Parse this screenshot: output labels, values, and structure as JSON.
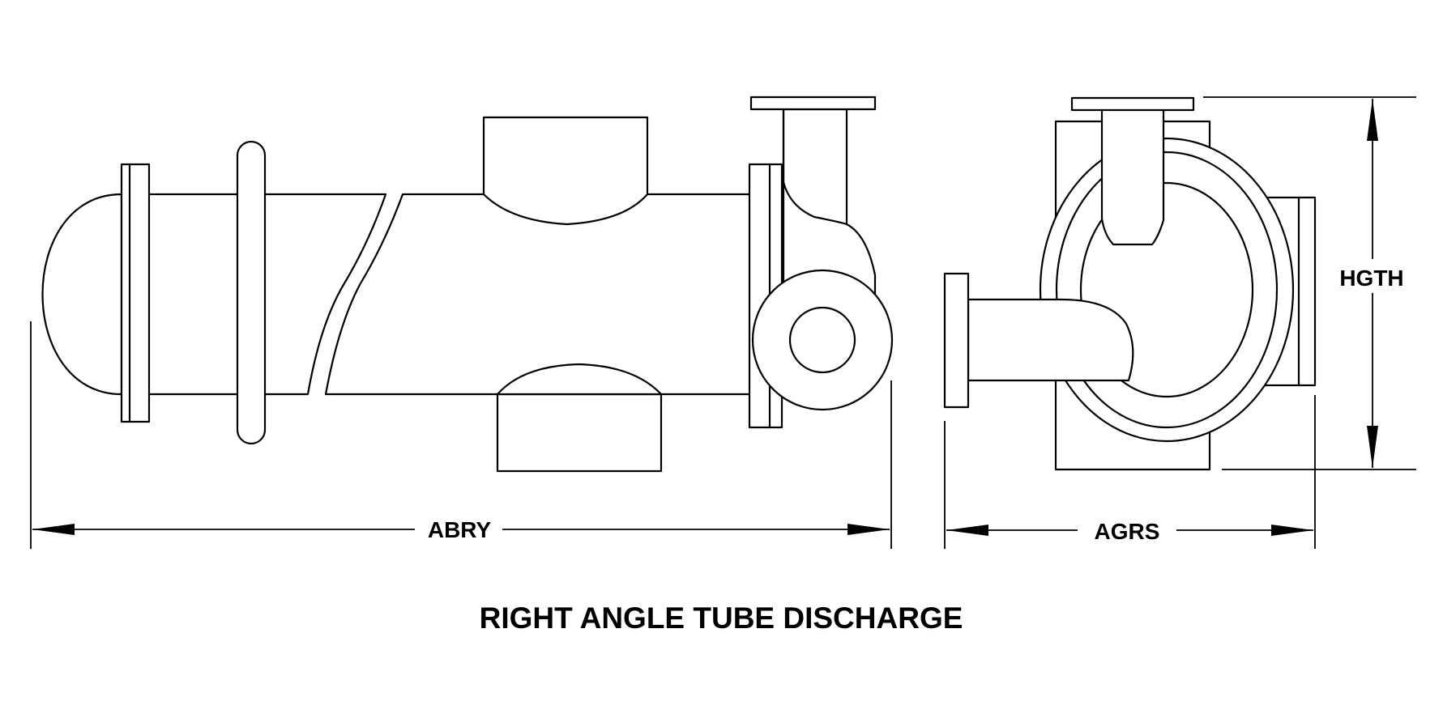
{
  "diagram": {
    "title": "RIGHT ANGLE TUBE DISCHARGE",
    "dimensions": {
      "overall_length": "ABRY",
      "width": "AGRS",
      "height": "HGTH"
    },
    "colors": {
      "line": "#000000",
      "background": "#ffffff"
    }
  }
}
